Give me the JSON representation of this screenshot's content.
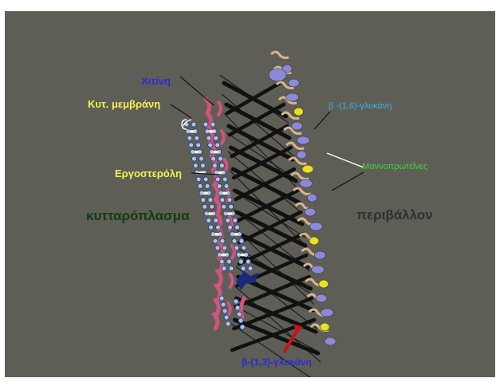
{
  "labels": {
    "chitin": "Χιτίνη",
    "cell_membrane": "Κυτ. μεμβράνη",
    "ergosterol": "Εργοστερόλη",
    "cytoplasm": "κυτταρόπλασμα",
    "environment": "περιβάλλον",
    "beta_1_6_glucan": "β -(1,6)-γλυκάνη",
    "mannoproteins": "Μαννοπρωτεΐνες",
    "beta_1_3_glucan": "β-(1,3)-γλυκάνη"
  },
  "colors": {
    "background": "#5e5e57",
    "chitin_label": "#2b2bd6",
    "membrane_label": "#f2f24a",
    "ergosterol_label": "#f2f24a",
    "cytoplasm_label": "#0f3d0f",
    "environment_label": "#2f2f2f",
    "beta_1_6_label": "#3bb0e0",
    "mannoprotein_label": "#38d838",
    "beta_1_3_label": "#2b2bd6",
    "chitin_strand": "#d2547a",
    "glucan_strand": "#111111",
    "mannoprotein_blob": "#8c8ad8",
    "mannoprotein_yellow": "#e8e020",
    "fibril": "#d8b48a",
    "lipid_head": "#a9c4f0",
    "ergosterol_mark": "#fff0dc",
    "arrow_red": "#cc1111",
    "protein_dark": "#1a2a7a"
  }
}
